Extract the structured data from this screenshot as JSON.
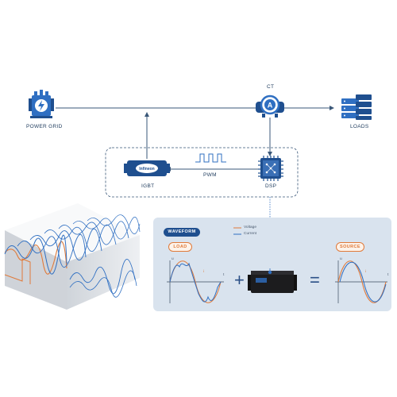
{
  "labels": {
    "power_grid": "POWER GRID",
    "ct": "CT",
    "loads": "LOADS",
    "igbt": "IGBT",
    "pwm": "PWM",
    "dsp": "DSP",
    "infineon": "Infineon"
  },
  "panel": {
    "waveform": "WAVEFORM",
    "load": "LOAD",
    "source": "SOURCE",
    "legend_voltage": "Voltage",
    "legend_current": "Current",
    "plus": "+",
    "equals": "=",
    "axis_u": "u",
    "axis_t": "t",
    "axis_i": "i"
  },
  "colors": {
    "navy": "#1f4f8f",
    "blue": "#2f6fc2",
    "orange": "#e07a3a",
    "panel": "#d9e3ee"
  }
}
